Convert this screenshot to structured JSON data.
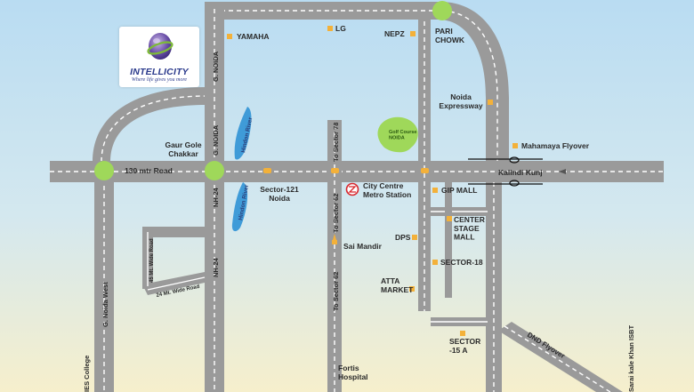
{
  "brand": {
    "name": "INTELLICITY",
    "tagline": "Where life gives you more"
  },
  "colors": {
    "sky_top": "#b9dcf2",
    "sky_bottom": "#f6efcc",
    "road": "#9a9a9a",
    "road_marking": "#ffffff",
    "roundabout": "#9fd85a",
    "landmark_marker": "#f3b13a",
    "river": "#3f9bd8",
    "golf_course": "#9fd85a",
    "metro_symbol": "#d8262c"
  },
  "labels": {
    "yamaha": "YAMAHA",
    "lg": "LG",
    "nepz": "NEPZ",
    "pari_chowk": "PARI\nCHOWK",
    "noida_expressway": "Noida\nExpressway",
    "mahamaya_flyover": "Mahamaya Flyover",
    "kalindi_kunj": "Kalindi Kunj",
    "gaur_gole_chakkar": "Gaur Gole\nChakkar",
    "road_130": "130 mtr Road",
    "sector_121": "Sector-121\nNoida",
    "city_centre_metro": "City Centre\nMetro Station",
    "gip_mall": "GIP MALL",
    "center_stage_mall": "CENTER\nSTAGE\nMALL",
    "dps": "DPS",
    "sai_mandir": "Sai Mandir",
    "sector_18": "SECTOR-18",
    "atta_market": "ATTA\nMARKET",
    "sector_15a": "SECTOR\n-15 A",
    "fortis_hospital": "Fortis\nHospital",
    "dnd_flyover": "DND Flyover",
    "sarai_kale_khan": "Sarai kale Khan ISBT",
    "ies_college": "IES College",
    "g_noida_west": "G. Noida West",
    "g_noida_top": "G. NOIDA",
    "g_noida_mid": "G. NOIDA",
    "nh24_top": "NH-24",
    "nh24_bottom": "NH-24",
    "hindon_river_top": "Hindon River",
    "hindon_river_bottom": "Hindon River",
    "to_sector_78": "To Sector 78",
    "to_sector_62_top": "To Sector 62",
    "to_sector_62_bottom": "To Sector 62",
    "wide_road_45": "45 Mt. Wide Road",
    "wide_road_24": "24 Mt. Wide Road",
    "golf_course": "Golf Course\nNOIDA"
  },
  "icons": {
    "metro": "metro-station-icon",
    "temple": "temple-icon",
    "logo": "intellicity-globe-icon"
  }
}
